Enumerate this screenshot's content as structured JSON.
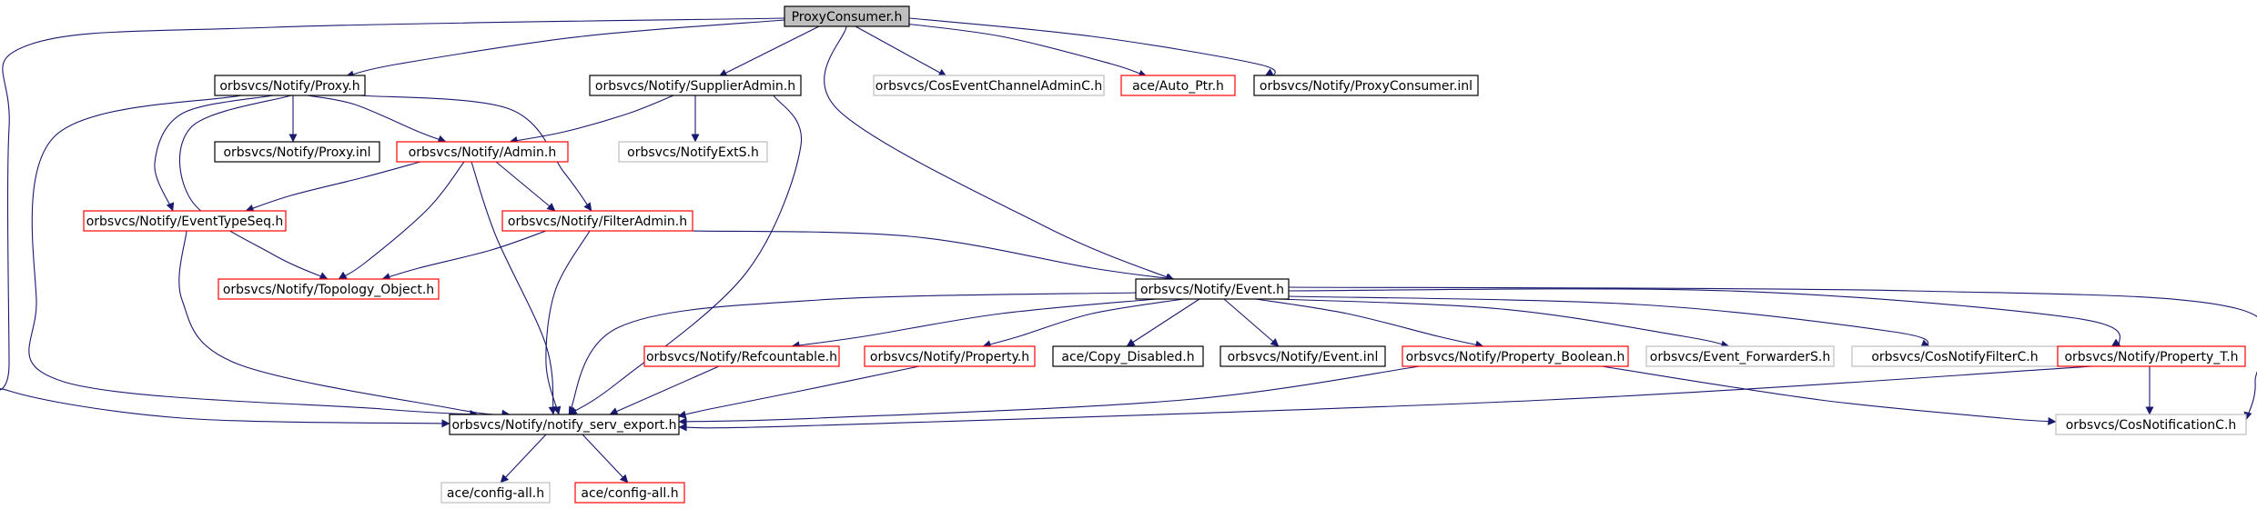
{
  "colors": {
    "edge": "#191970",
    "root_fill": "#bfbfbf",
    "border_default": "#000000",
    "border_missing": "#ff0000",
    "border_external": "#bfbfbf"
  },
  "nodes": [
    {
      "id": "proxy_consumer_h",
      "label": "ProxyConsumer.h",
      "style": "root"
    },
    {
      "id": "proxy_h",
      "label": "orbsvcs/Notify/Proxy.h",
      "style": "default"
    },
    {
      "id": "supplier_admin_h",
      "label": "orbsvcs/Notify/SupplierAdmin.h",
      "style": "default"
    },
    {
      "id": "cos_event_channel_admin_c_h",
      "label": "orbsvcs/CosEventChannelAdminC.h",
      "style": "external"
    },
    {
      "id": "auto_ptr_h",
      "label": "ace/Auto_Ptr.h",
      "style": "missing"
    },
    {
      "id": "proxy_consumer_inl",
      "label": "orbsvcs/Notify/ProxyConsumer.inl",
      "style": "default"
    },
    {
      "id": "proxy_inl",
      "label": "orbsvcs/Notify/Proxy.inl",
      "style": "default"
    },
    {
      "id": "admin_h",
      "label": "orbsvcs/Notify/Admin.h",
      "style": "missing"
    },
    {
      "id": "notify_ext_s_h",
      "label": "orbsvcs/NotifyExtS.h",
      "style": "external"
    },
    {
      "id": "event_type_seq_h",
      "label": "orbsvcs/Notify/EventTypeSeq.h",
      "style": "missing"
    },
    {
      "id": "filter_admin_h",
      "label": "orbsvcs/Notify/FilterAdmin.h",
      "style": "missing"
    },
    {
      "id": "topology_object_h",
      "label": "orbsvcs/Notify/Topology_Object.h",
      "style": "missing"
    },
    {
      "id": "event_h",
      "label": "orbsvcs/Notify/Event.h",
      "style": "default"
    },
    {
      "id": "refcountable_h",
      "label": "orbsvcs/Notify/Refcountable.h",
      "style": "missing"
    },
    {
      "id": "property_h",
      "label": "orbsvcs/Notify/Property.h",
      "style": "missing"
    },
    {
      "id": "copy_disabled_h",
      "label": "ace/Copy_Disabled.h",
      "style": "default"
    },
    {
      "id": "event_inl",
      "label": "orbsvcs/Notify/Event.inl",
      "style": "default"
    },
    {
      "id": "property_boolean_h",
      "label": "orbsvcs/Notify/Property_Boolean.h",
      "style": "missing"
    },
    {
      "id": "event_forwarder_s_h",
      "label": "orbsvcs/Event_ForwarderS.h",
      "style": "external"
    },
    {
      "id": "cos_notify_filter_c_h",
      "label": "orbsvcs/CosNotifyFilterC.h",
      "style": "external"
    },
    {
      "id": "property_t_h",
      "label": "orbsvcs/Notify/Property_T.h",
      "style": "missing"
    },
    {
      "id": "notify_serv_export_h",
      "label": "orbsvcs/Notify/notify_serv_export.h",
      "style": "default"
    },
    {
      "id": "cos_notification_c_h",
      "label": "orbsvcs/CosNotificationC.h",
      "style": "external"
    },
    {
      "id": "config_all_h_ext",
      "label": "ace/config-all.h",
      "style": "external"
    },
    {
      "id": "config_all_h_missing",
      "label": "ace/config-all.h",
      "style": "missing"
    }
  ],
  "edges": [
    [
      "proxy_consumer_h",
      "proxy_h"
    ],
    [
      "proxy_consumer_h",
      "supplier_admin_h"
    ],
    [
      "proxy_consumer_h",
      "cos_event_channel_admin_c_h"
    ],
    [
      "proxy_consumer_h",
      "auto_ptr_h"
    ],
    [
      "proxy_consumer_h",
      "proxy_consumer_inl"
    ],
    [
      "proxy_consumer_h",
      "event_h"
    ],
    [
      "proxy_consumer_h",
      "notify_serv_export_h"
    ],
    [
      "proxy_h",
      "proxy_inl"
    ],
    [
      "proxy_h",
      "admin_h"
    ],
    [
      "proxy_h",
      "event_type_seq_h"
    ],
    [
      "proxy_h",
      "filter_admin_h"
    ],
    [
      "proxy_h",
      "topology_object_h"
    ],
    [
      "proxy_h",
      "notify_serv_export_h"
    ],
    [
      "supplier_admin_h",
      "admin_h"
    ],
    [
      "supplier_admin_h",
      "notify_ext_s_h"
    ],
    [
      "supplier_admin_h",
      "notify_serv_export_h"
    ],
    [
      "admin_h",
      "event_type_seq_h"
    ],
    [
      "admin_h",
      "filter_admin_h"
    ],
    [
      "admin_h",
      "topology_object_h"
    ],
    [
      "admin_h",
      "notify_serv_export_h"
    ],
    [
      "event_type_seq_h",
      "notify_serv_export_h"
    ],
    [
      "filter_admin_h",
      "topology_object_h"
    ],
    [
      "filter_admin_h",
      "event_h"
    ],
    [
      "filter_admin_h",
      "notify_serv_export_h"
    ],
    [
      "event_h",
      "refcountable_h"
    ],
    [
      "event_h",
      "property_h"
    ],
    [
      "event_h",
      "copy_disabled_h"
    ],
    [
      "event_h",
      "event_inl"
    ],
    [
      "event_h",
      "property_boolean_h"
    ],
    [
      "event_h",
      "event_forwarder_s_h"
    ],
    [
      "event_h",
      "cos_notify_filter_c_h"
    ],
    [
      "event_h",
      "property_t_h"
    ],
    [
      "event_h",
      "cos_notification_c_h"
    ],
    [
      "event_h",
      "notify_serv_export_h"
    ],
    [
      "refcountable_h",
      "notify_serv_export_h"
    ],
    [
      "property_h",
      "notify_serv_export_h"
    ],
    [
      "property_boolean_h",
      "notify_serv_export_h"
    ],
    [
      "property_boolean_h",
      "cos_notification_c_h"
    ],
    [
      "property_t_h",
      "notify_serv_export_h"
    ],
    [
      "property_t_h",
      "cos_notification_c_h"
    ],
    [
      "notify_serv_export_h",
      "config_all_h_ext"
    ],
    [
      "notify_serv_export_h",
      "config_all_h_missing"
    ]
  ]
}
